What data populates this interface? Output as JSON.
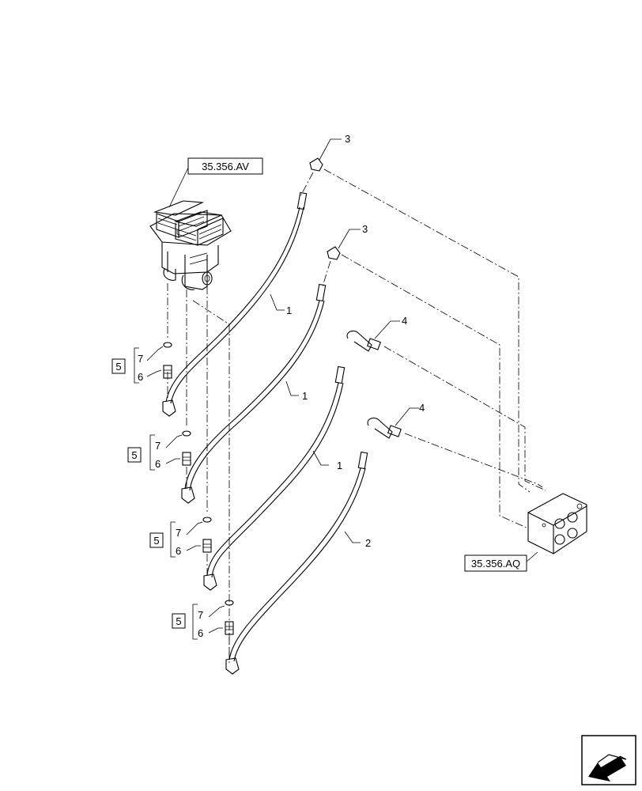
{
  "references": {
    "top": "35.356.AV",
    "bottom": "35.356.AQ"
  },
  "callouts": {
    "c1a": "1",
    "c1b": "1",
    "c1c": "1",
    "c2": "2",
    "c3a": "3",
    "c3b": "3",
    "c4a": "4",
    "c4b": "4",
    "kit1": "5",
    "kit1_seal": "7",
    "kit1_fitting": "6",
    "kit2": "5",
    "kit2_seal": "7",
    "kit2_fitting": "6",
    "kit3": "5",
    "kit3_seal": "7",
    "kit3_fitting": "6",
    "kit4": "5",
    "kit4_seal": "7",
    "kit4_fitting": "6"
  },
  "icons": {
    "nav": "arrow-left-icon"
  }
}
